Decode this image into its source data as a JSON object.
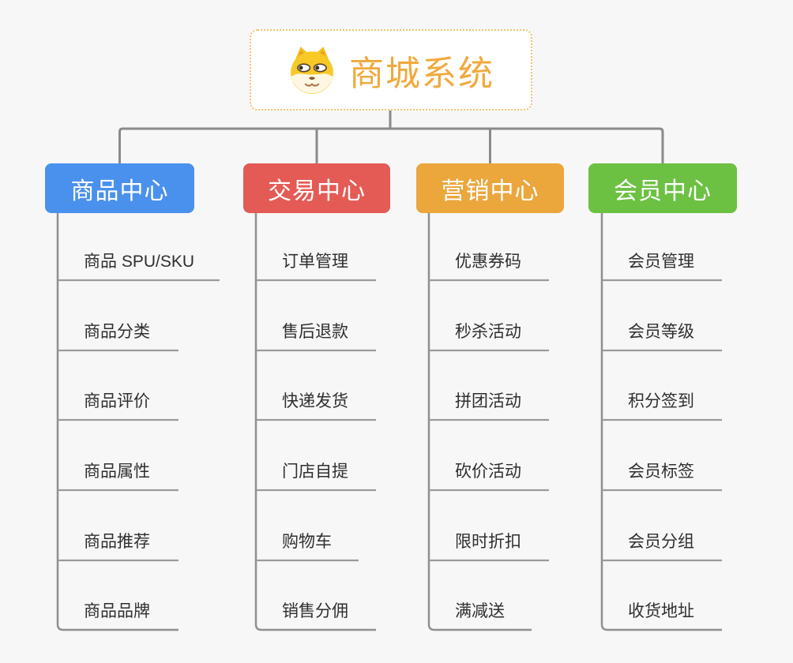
{
  "root": {
    "title": "商城系统",
    "icon": "shiba-dog-icon",
    "accent_color": "#f0a93c",
    "border_color": "#f3c36e"
  },
  "branches": [
    {
      "label": "商品中心",
      "color": "#4a91ed",
      "items": [
        "商品 SPU/SKU",
        "商品分类",
        "商品评价",
        "商品属性",
        "商品推荐",
        "商品品牌"
      ]
    },
    {
      "label": "交易中心",
      "color": "#e45b56",
      "items": [
        "订单管理",
        "售后退款",
        "快递发货",
        "门店自提",
        "购物车",
        "销售分佣"
      ]
    },
    {
      "label": "营销中心",
      "color": "#eba63c",
      "items": [
        "优惠券码",
        "秒杀活动",
        "拼团活动",
        "砍价活动",
        "限时折扣",
        "满减送"
      ]
    },
    {
      "label": "会员中心",
      "color": "#6cc142",
      "items": [
        "会员管理",
        "会员等级",
        "积分签到",
        "会员标签",
        "会员分组",
        "收货地址"
      ]
    }
  ],
  "colors": {
    "background": "#f7f7f7",
    "connector": "#8f8f8f",
    "underline": "#9a9a9a",
    "leaf_text": "#2f2f2f"
  }
}
